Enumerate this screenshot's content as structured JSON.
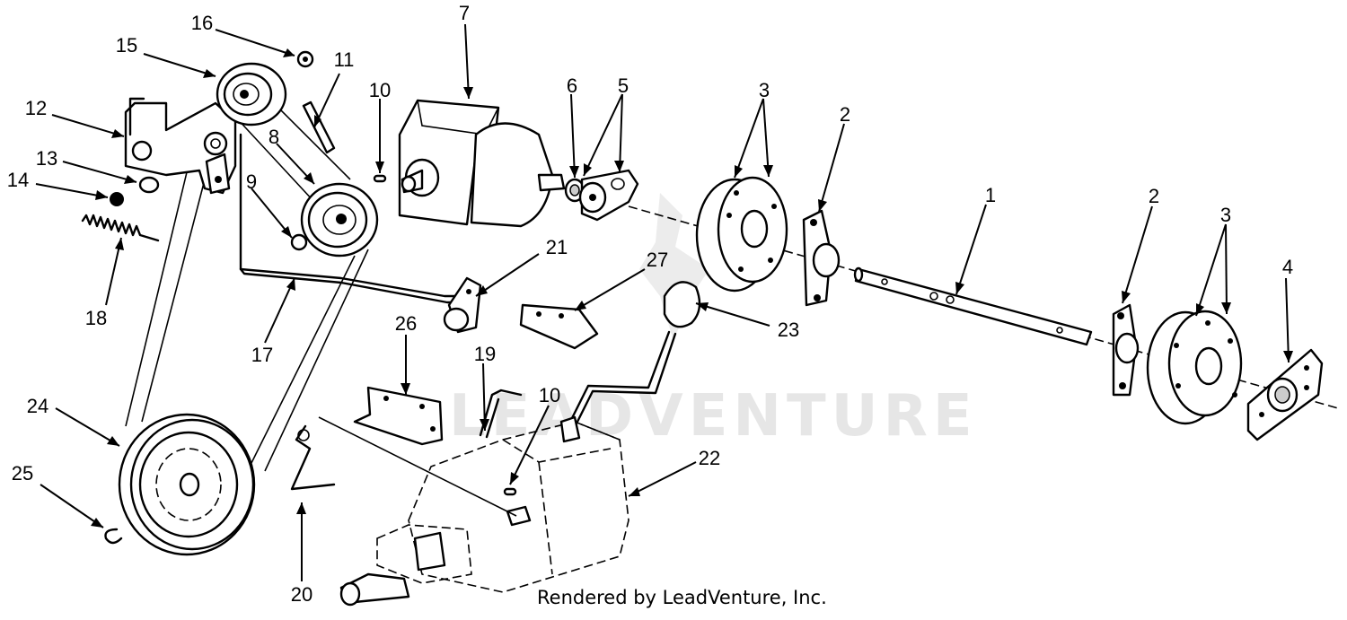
{
  "watermark": "LEADVENTURE",
  "credit": "Rendered by LeadVenture, Inc.",
  "callouts": [
    "16",
    "15",
    "11",
    "12",
    "10",
    "7",
    "6",
    "5",
    "3",
    "2",
    "13",
    "14",
    "8",
    "9",
    "1",
    "2",
    "3",
    "4",
    "18",
    "21",
    "27",
    "23",
    "17",
    "26",
    "19",
    "10",
    "24",
    "22",
    "25",
    "20"
  ]
}
